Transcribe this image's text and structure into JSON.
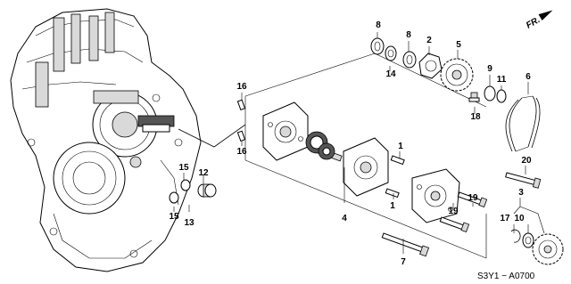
{
  "direction_label": "FR.",
  "diagram_code": "S3Y1 − A0700",
  "callouts": {
    "c1a": "1",
    "c1b": "1",
    "c2": "2",
    "c3": "3",
    "c4": "4",
    "c5": "5",
    "c6": "6",
    "c7": "7",
    "c8a": "8",
    "c8b": "8",
    "c9": "9",
    "c10": "10",
    "c11": "11",
    "c12": "12",
    "c13": "13",
    "c14": "14",
    "c15a": "15",
    "c15b": "15",
    "c16a": "16",
    "c16b": "16",
    "c17": "17",
    "c18": "18",
    "c19a": "19",
    "c19b": "19",
    "c20": "20"
  },
  "icons": [
    "forward-arrow-icon"
  ]
}
